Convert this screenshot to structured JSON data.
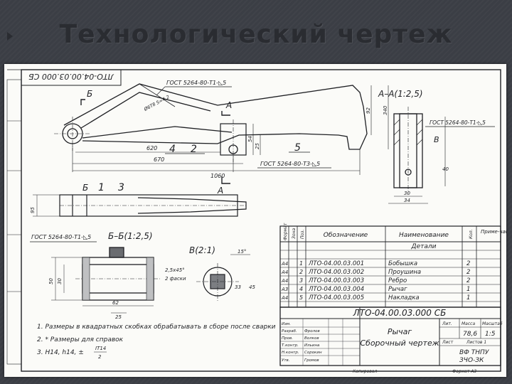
{
  "slide": {
    "title": "Технологический чертеж"
  },
  "drawing": {
    "stamp_number_rotated": "ЛТО-04.00.03.000 СБ",
    "weld_symbols": {
      "top_weld": "ГОСТ 5264-80-Т1-◺5",
      "bottom_weld": "ГОСТ 5264-80-Т3-◺5",
      "right_weld": "ГОСТ 5264-80-Т1-◺5",
      "left_weld": "ГОСТ 5264-80-Т1-◺5"
    },
    "section_labels": {
      "section_b_mark": "Б",
      "section_a_mark": "А",
      "section_a_title": "А–А(1:2,5)",
      "section_b_title": "Б–Б(1:2,5)",
      "detail_v_title": "В(2:1)",
      "detail_v_mark": "В"
    },
    "callouts": {
      "part_5": "5",
      "part_4": "4",
      "part_2": "2",
      "part_1": "1",
      "part_3": "3"
    },
    "dimensions": {
      "d_620": "620",
      "d_670": "670",
      "d_1060": "1060",
      "d_ring": "Ø6Т8 S=4,2",
      "d_340": "340",
      "d_92": "92",
      "d_25": "25",
      "d_54": "54",
      "d_95": "95",
      "d_40": "40",
      "d_34": "34",
      "d_30": "30",
      "d_2_5": "2,5x45°",
      "d_2_slot": "2 фаски",
      "d_50": "50",
      "d_62": "62",
      "d_30b": "30",
      "d_25b": "25",
      "d_15": "15°",
      "d_33": "33",
      "d_45": "45"
    },
    "notes": [
      "1. Размеры в квадратных скобках обрабатывать в сборе после сварки",
      "2. * Размеры для справок",
      "3. Н14, h14, ±"
    ],
    "note_fraction": {
      "top": "IТ14",
      "bottom": "2"
    }
  },
  "spec_table": {
    "headers": {
      "format": "Формат",
      "zone": "Зона",
      "pos": "Поз.",
      "designation": "Обозначение",
      "name": "Наименование",
      "qty": "Кол.",
      "note": "Приме-чание"
    },
    "section_title": "Детали",
    "rows": [
      {
        "fmt": "А4",
        "pos": "1",
        "designation": "ЛТО-04.00.03.001",
        "name": "Бобышка",
        "qty": "2"
      },
      {
        "fmt": "А4",
        "pos": "2",
        "designation": "ЛТО-04.00.03.002",
        "name": "Проушина",
        "qty": "2"
      },
      {
        "fmt": "А4",
        "pos": "3",
        "designation": "ЛТО-04.00.03.003",
        "name": "Ребро",
        "qty": "2"
      },
      {
        "fmt": "А3",
        "pos": "4",
        "designation": "ЛТО-04.00.03.004",
        "name": "Рычаг",
        "qty": "1"
      },
      {
        "fmt": "А4",
        "pos": "5",
        "designation": "ЛТО-04.00.03.005",
        "name": "Накладка",
        "qty": "1"
      }
    ]
  },
  "title_block": {
    "doc_number": "ЛТО-04.00.03.000 СБ",
    "name_line1": "Рычаг",
    "name_line2": "Сборочный чертеж",
    "lit_label": "Лит.",
    "mass_label": "Масса",
    "scale_label": "Масштаб",
    "mass": "78,6",
    "scale": "1:5",
    "sheet_label": "Лист",
    "sheets_label": "Листов 1",
    "org_line1": "ВФ ТНПУ",
    "org_line2": "ЗЧО-ЗК",
    "roles": [
      "Изм.",
      "Разраб.",
      "Пров.",
      "Т.контр.",
      "Н.контр.",
      "Утв."
    ],
    "names": [
      "Фролов",
      "Волков",
      "Ильина",
      "Сорокин",
      "Громов"
    ],
    "copied": "Копировал",
    "format": "Формат А3"
  }
}
